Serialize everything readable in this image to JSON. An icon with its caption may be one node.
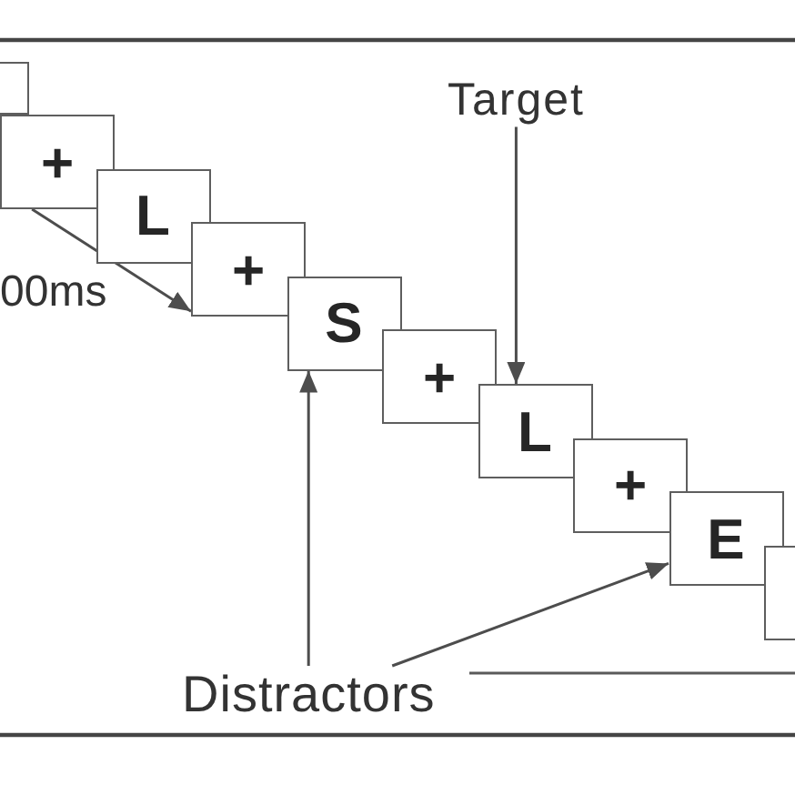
{
  "diagram": {
    "nodes": [
      {
        "text": [],
        "shape": "box"
      },
      {
        "text": [
          "+"
        ]
      },
      {
        "text": [
          "L"
        ]
      },
      {
        "text": [
          "+"
        ]
      },
      {
        "text": [
          "S"
        ]
      },
      {
        "text": [
          "+"
        ]
      },
      {
        "text": [
          "L"
        ]
      },
      {
        "text": [
          "+"
        ]
      },
      {
        "text": [
          "E"
        ]
      },
      {
        "text": [],
        "shape": "box"
      },
      {
        "text": [
          "Target"
        ]
      },
      {
        "text": [
          "Distractors"
        ]
      }
    ],
    "edges": [
      {
        "from": 1,
        "to": 3,
        "arrow": "to",
        "label": "00ms"
      },
      {
        "from": 10,
        "to": 6,
        "arrow": "to"
      },
      {
        "from": 11,
        "to": 4,
        "arrow": "to"
      },
      {
        "from": 11,
        "to": 8,
        "arrow": "to"
      }
    ]
  }
}
